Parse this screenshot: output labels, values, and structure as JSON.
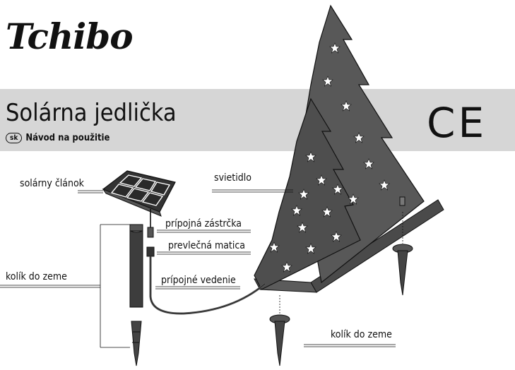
{
  "brand": {
    "logo_text": "Tchibo"
  },
  "document": {
    "title": "Solárna jedlička",
    "language_code": "sk",
    "subtitle": "Návod na použitie",
    "mark": "CE"
  },
  "labels": {
    "solar_cell": "solárny článok",
    "light": "svietidlo",
    "plug": "prípojná zástrčka",
    "nut": "prevlečná matica",
    "cable": "prípojné vedenie",
    "stake_left": "kolík do zeme",
    "stake_bottom": "kolík do zeme"
  }
}
